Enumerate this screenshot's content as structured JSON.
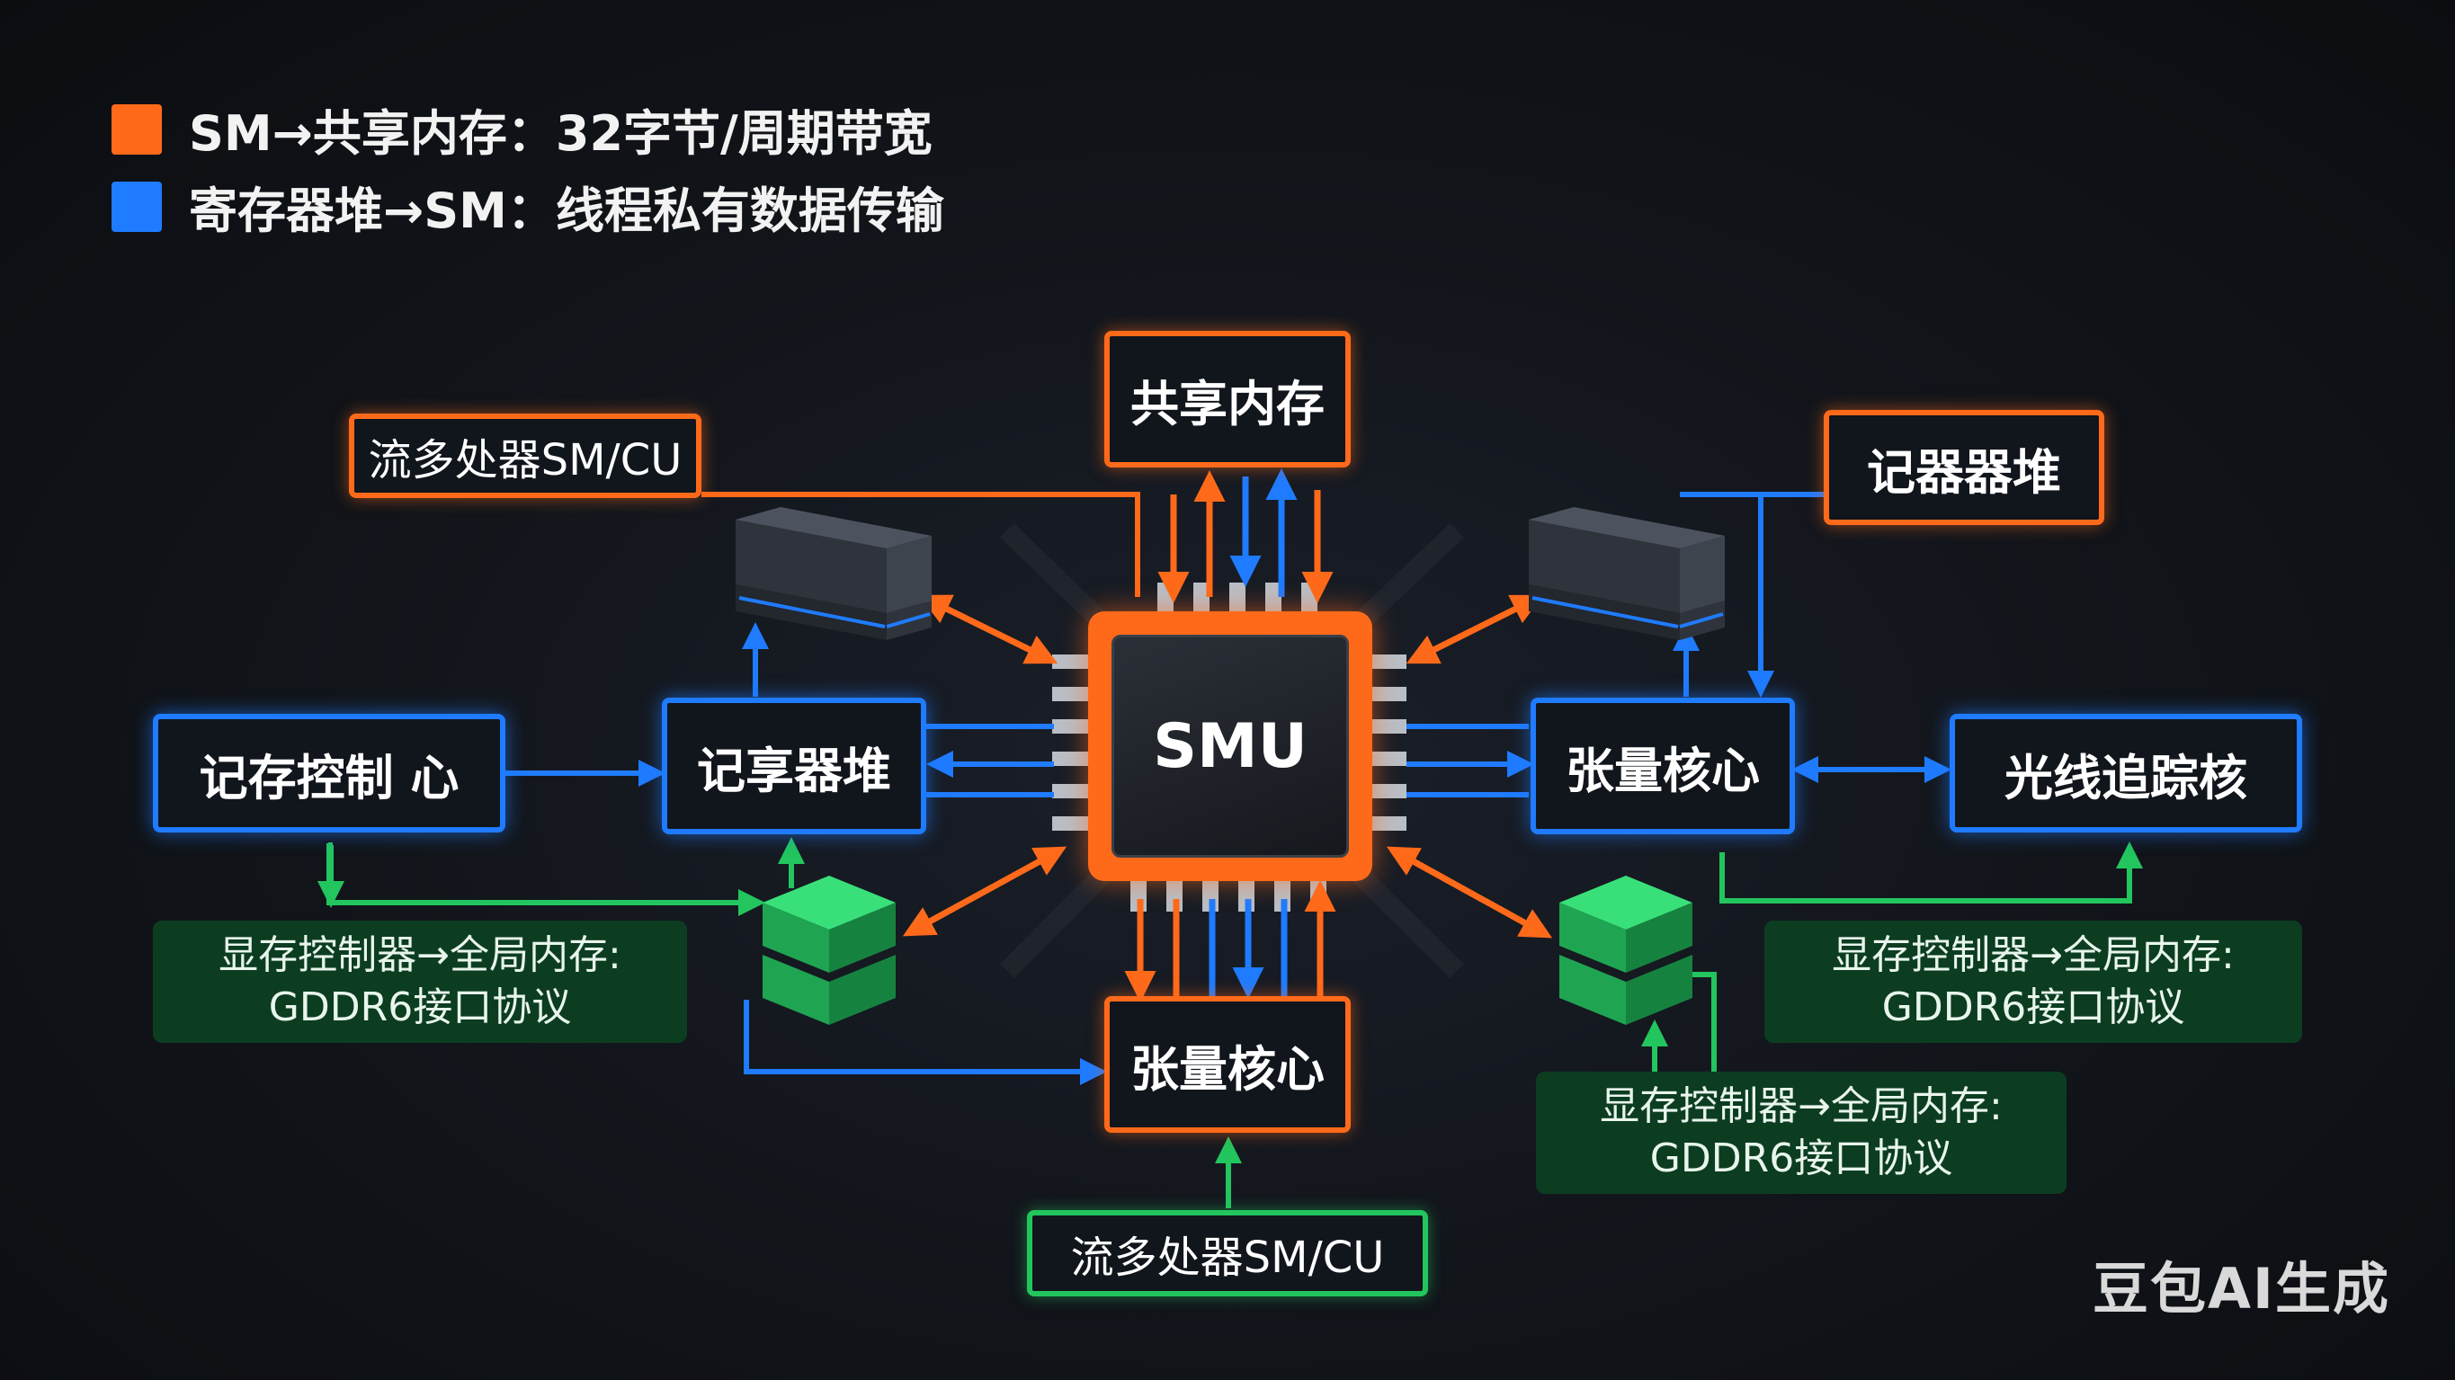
{
  "legend": [
    {
      "label": "SM→共享内存：32字节/周期带宽",
      "color": "#ff6a1a"
    },
    {
      "label": "寄存器堆→SM：线程私有数据传输",
      "color": "#1f7bff"
    }
  ],
  "chip": {
    "label": "SMU"
  },
  "boxes": {
    "shared_memory": "共享内存",
    "sm_cu_top": "流多处器SM/CU",
    "register_file_top_right": "记器器堆",
    "memory_controller_left": "记存控制 心",
    "register_file_left": "记享器堆",
    "tensor_core_right": "张量核心",
    "ray_tracing_core": "光线追踪核",
    "tensor_core_bottom": "张量核心",
    "sm_cu_bottom": "流多处器SM/CU"
  },
  "notes": {
    "left": [
      "显存控制器→全局内存:",
      "GDDR6接口协议"
    ],
    "right": [
      "显存控制器→全局内存:",
      "GDDR6接口协议"
    ],
    "bottom_right": [
      "显存控制器→全局内存:",
      "GDDR6接口协议"
    ]
  },
  "watermark": "豆包AI生成",
  "colors": {
    "orange": "#ff6a1a",
    "blue": "#1f7bff",
    "green": "#22c55e"
  },
  "icons": [
    "dark-stack-icon",
    "green-stack-icon"
  ]
}
